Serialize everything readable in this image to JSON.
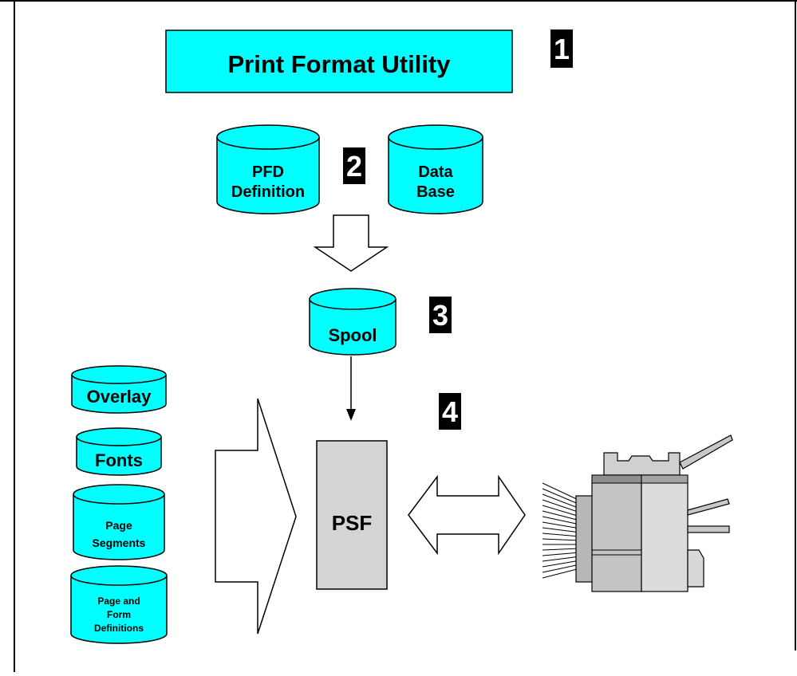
{
  "title": "Print Format Utility",
  "steps": {
    "one": "1",
    "two": "2",
    "three": "3",
    "four": "4"
  },
  "stores": {
    "pfd": [
      "PFD",
      "Definition"
    ],
    "database": [
      "Data",
      "Base"
    ],
    "spool": "Spool",
    "overlay": "Overlay",
    "fonts": "Fonts",
    "page_segments": [
      "Page",
      "Segments"
    ],
    "page_form_defs": [
      "Page and",
      "Form",
      "Definitions"
    ]
  },
  "psf": "PSF",
  "colors": {
    "cyan": "#00ffff",
    "psf_fill": "#d4d4d4",
    "badge": "#000000",
    "stroke": "#000000"
  }
}
